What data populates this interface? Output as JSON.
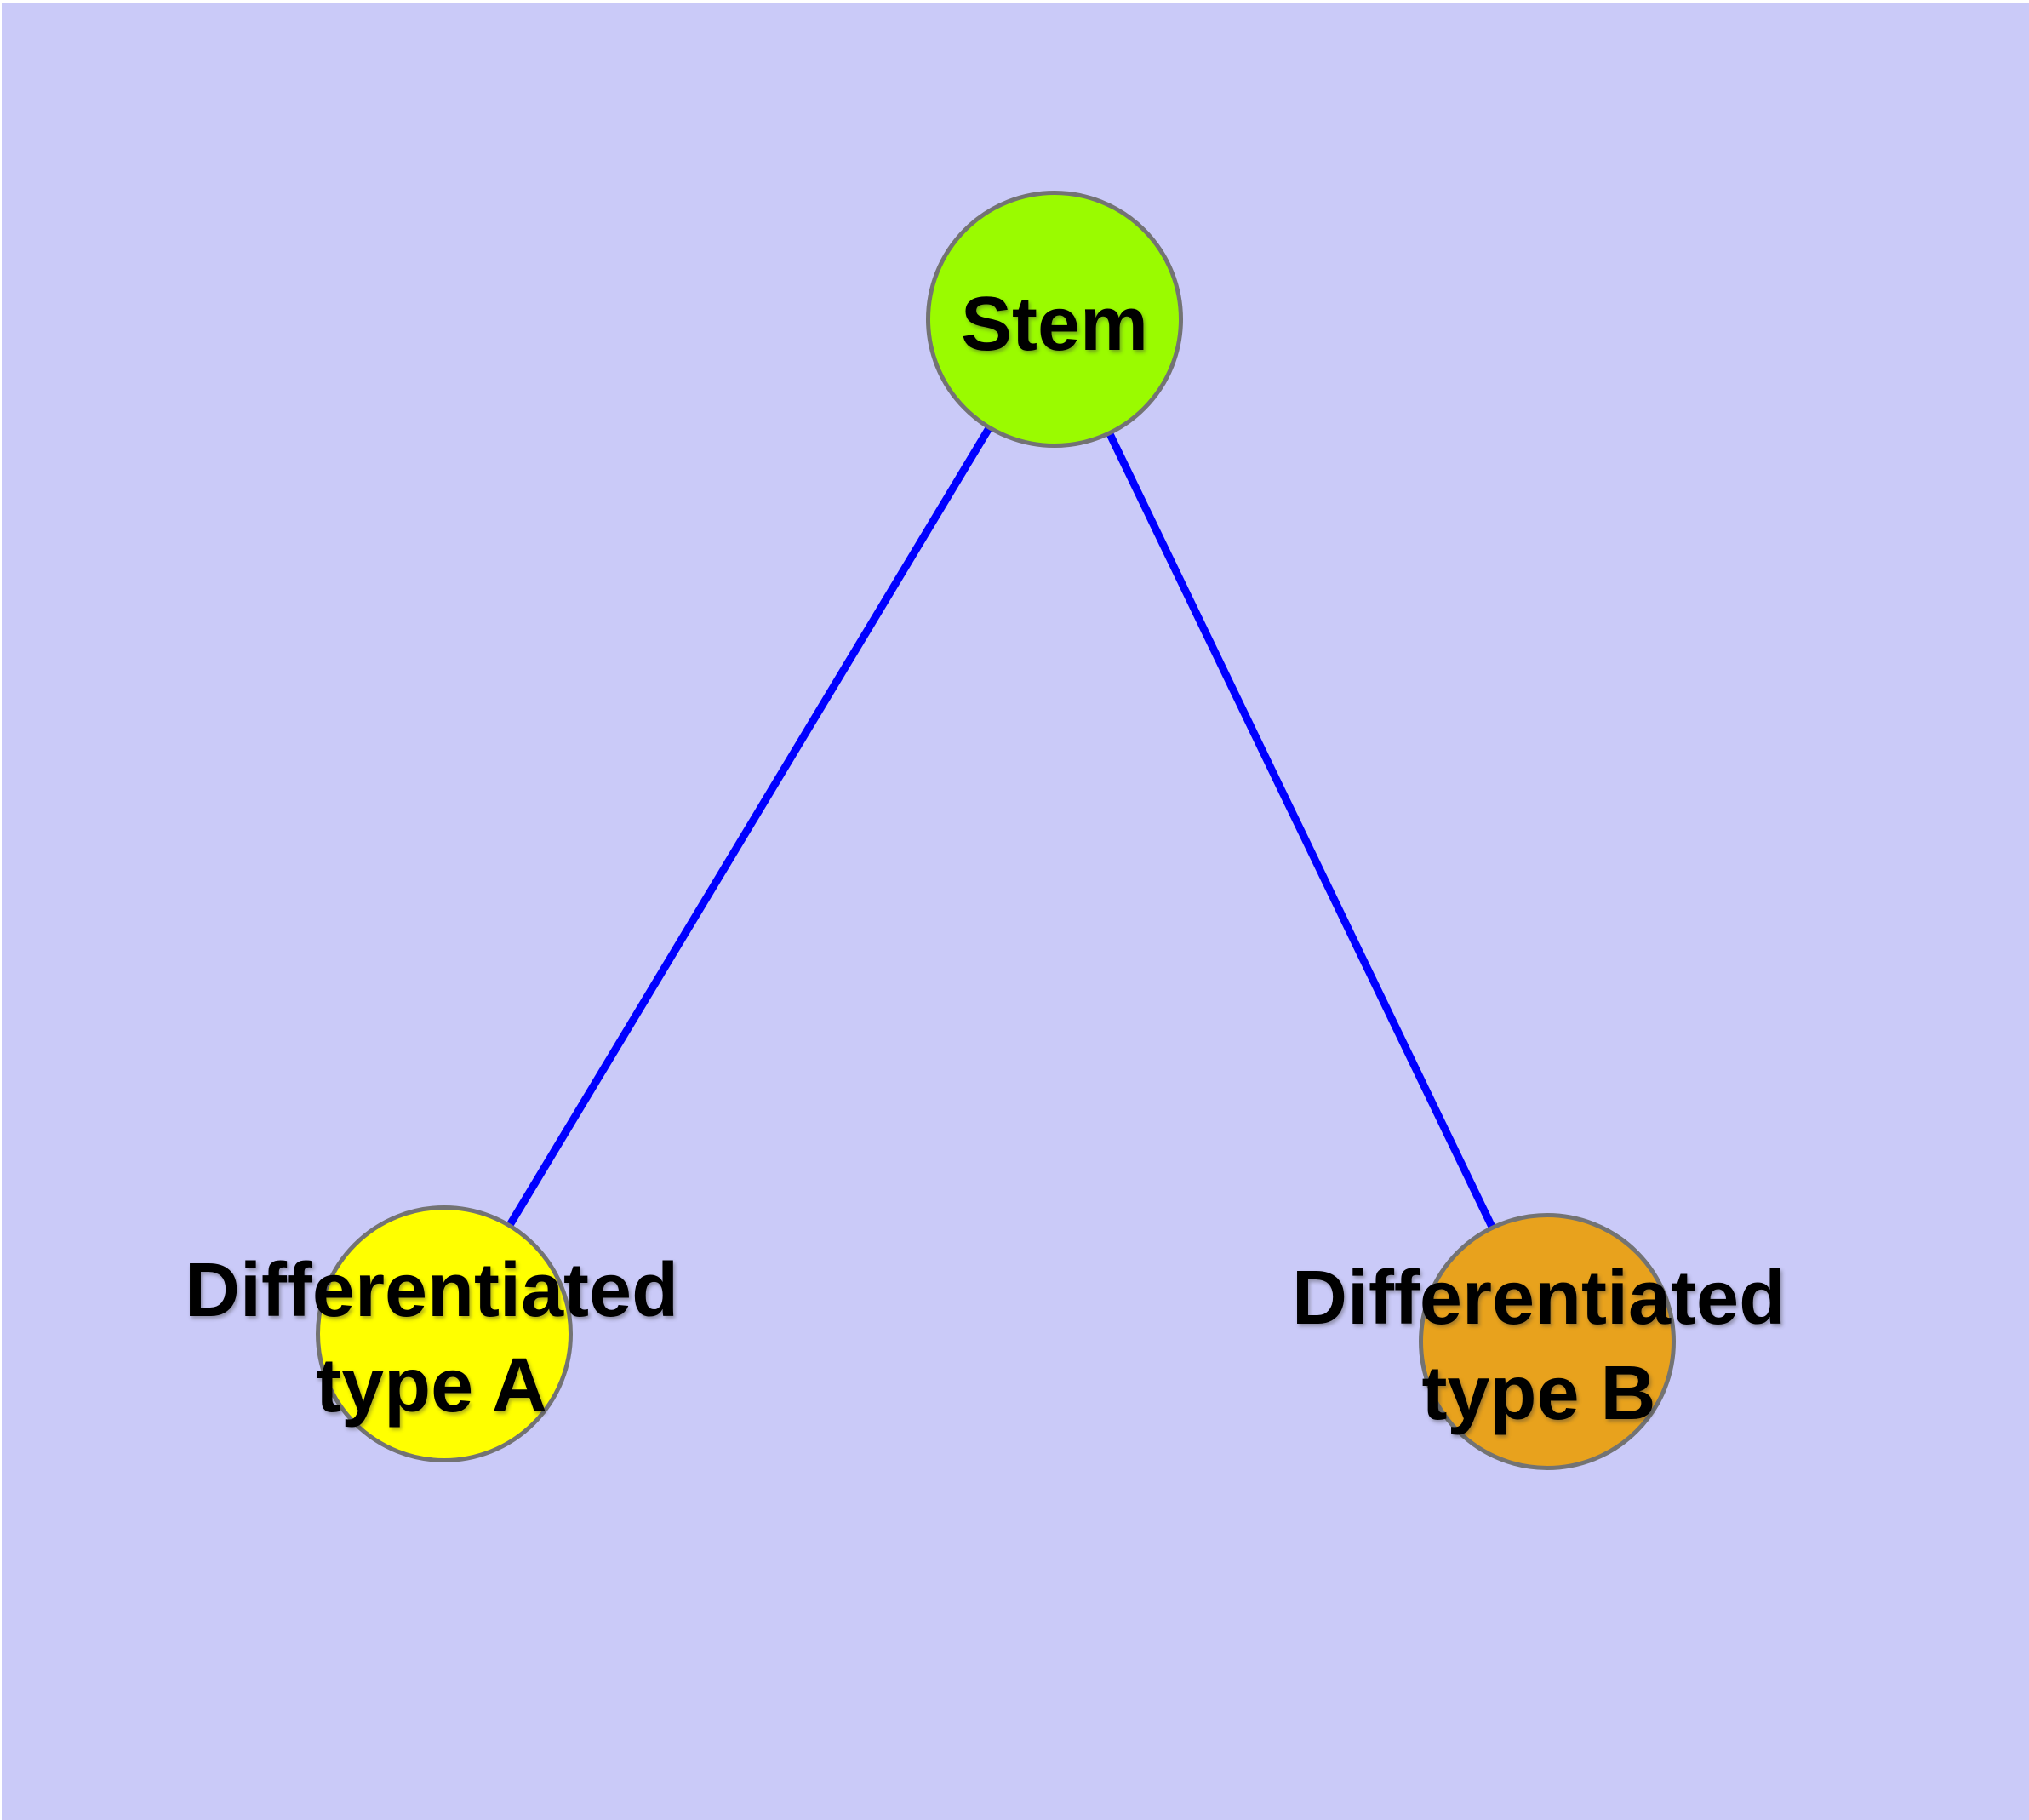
{
  "diagram": {
    "background_color": "#CACAF8",
    "edge_color": "#0000FF",
    "node_border_color": "#737373",
    "text_color": "#000000",
    "nodes": [
      {
        "id": "stem",
        "label": "Stem",
        "fill_color": "#9AFB00"
      },
      {
        "id": "differentiated-type-a",
        "label_line1": "Differentiated",
        "label_line2": "type A",
        "fill_color": "#FFFF00"
      },
      {
        "id": "differentiated-type-b",
        "label_line1": "Differentiated",
        "label_line2": "type B",
        "fill_color": "#E8A21D"
      }
    ],
    "edges": [
      {
        "from": "Stem",
        "to": "Differentiated type A"
      },
      {
        "from": "Stem",
        "to": "Differentiated type B"
      }
    ]
  }
}
